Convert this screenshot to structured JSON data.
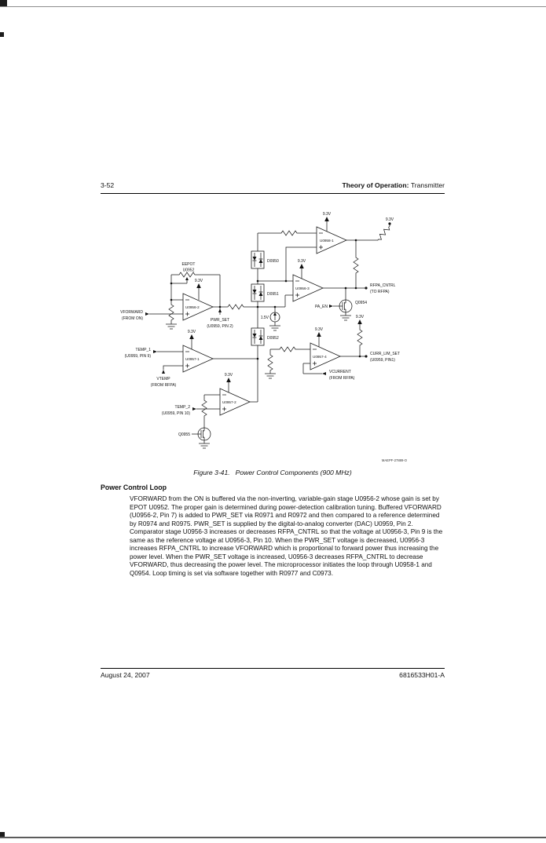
{
  "header": {
    "page_number": "3-52",
    "section_bold": "Theory of Operation:",
    "section_normal": "Transmitter"
  },
  "figure": {
    "caption_label": "Figure 3-41.",
    "caption_title": "Power Control Components (900 MHz)",
    "artwork_id": "MAEPF-27889-O",
    "schematic": {
      "supply": "9.3V",
      "reference": "1.5V",
      "eepot_label": "EEPOT",
      "eepot_ref": "U0952",
      "opamp_top": "U0958-1",
      "opamp_gain": "U0956-2",
      "opamp_comparator": "U0956-3",
      "opamp_temp1": "U0957-1",
      "opamp_temp2": "U0957-2",
      "opamp_current": "U0957-4",
      "diode_d0950": "D0950",
      "diode_d0951": "D0951",
      "diode_d0952": "D0952",
      "fet_q0954": "Q0954",
      "fet_q0955": "Q0955",
      "sig_vforward_1": "VFORWARD",
      "sig_vforward_2": "(FROM ON)",
      "sig_pwr_set_1": "PWR_SET",
      "sig_pwr_set_2": "(U0959, PIN 2)",
      "sig_rfpa_cntrl_1": "RFPA_CNTRL",
      "sig_rfpa_cntrl_2": "(TO RFPA)",
      "sig_pa_en": "PA_EN",
      "sig_temp1_1": "TEMP_1",
      "sig_temp1_2": "(U0959, PIN 9)",
      "sig_vtemp_1": "VTEMP",
      "sig_vtemp_2": "(FROM RFPA)",
      "sig_temp2_1": "TEMP_2",
      "sig_temp2_2": "(U0959, PIN 10)",
      "sig_curr_lim_1": "CURR_LIM_SET",
      "sig_curr_lim_2": "(U0959, PIN1)",
      "sig_vcurrent_1": "VCURRENT",
      "sig_vcurrent_2": "(FROM RFPA)"
    }
  },
  "section": {
    "heading": "Power Control Loop",
    "body": "VFORWARD from the ON is buffered via the non-inverting, variable-gain stage U0956-2 whose gain is set by EPOT U0952. The proper gain is determined during power-detection calibration tuning. Buffered VFORWARD (U0956-2, Pin 7) is added to PWR_SET via R0971 and R0972 and then compared to a reference determined by R0974 and R0975. PWR_SET is supplied by the digital-to-analog converter (DAC) U0959, Pin 2. Comparator stage U0956-3 increases or decreases RFPA_CNTRL so that the voltage at U0956-3, Pin 9 is the same as the reference voltage at U0956-3, Pin 10. When the PWR_SET voltage is decreased, U0956-3 increases RFPA_CNTRL to increase VFORWARD which is proportional to forward power thus increasing the power level. When the PWR_SET voltage is increased, U0956-3 decreases RFPA_CNTRL to decrease VFORWARD, thus decreasing the power level. The microprocessor initiates the loop through U0958-1 and Q0954. Loop timing is set via software together with R0977 and C0973."
  },
  "footer": {
    "date": "August 24, 2007",
    "doc_number": "6816533H01-A"
  }
}
